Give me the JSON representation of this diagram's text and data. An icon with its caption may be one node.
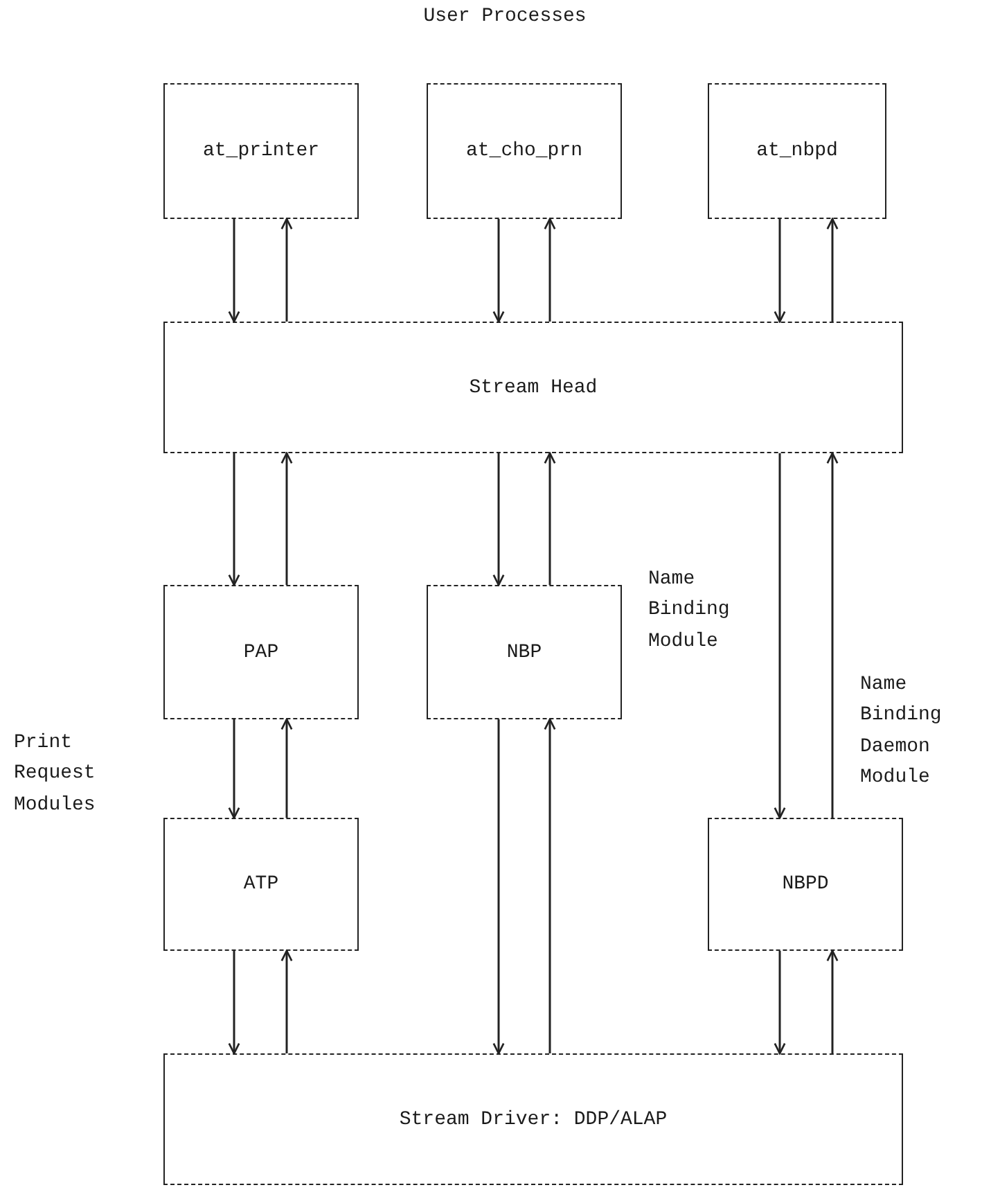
{
  "diagram": {
    "title": "User Processes",
    "nodes": [
      {
        "text": [
          "at_printer"
        ]
      },
      {
        "text": [
          "at_cho_prn"
        ]
      },
      {
        "text": [
          "at_nbpd"
        ]
      },
      {
        "text": [
          "Stream Head"
        ]
      },
      {
        "text": [
          "PAP"
        ]
      },
      {
        "text": [
          "NBP"
        ]
      },
      {
        "text": [
          "ATP"
        ]
      },
      {
        "text": [
          "NBPD"
        ]
      },
      {
        "text": [
          "Stream Driver: DDP/ALAP"
        ]
      }
    ],
    "edges": [
      {
        "from": 0,
        "to": 3,
        "arrow": "to"
      },
      {
        "from": 3,
        "to": 0,
        "arrow": "to"
      },
      {
        "from": 1,
        "to": 3,
        "arrow": "to"
      },
      {
        "from": 3,
        "to": 1,
        "arrow": "to"
      },
      {
        "from": 2,
        "to": 3,
        "arrow": "to"
      },
      {
        "from": 3,
        "to": 2,
        "arrow": "to"
      },
      {
        "from": 3,
        "to": 4,
        "arrow": "to"
      },
      {
        "from": 4,
        "to": 3,
        "arrow": "to"
      },
      {
        "from": 3,
        "to": 5,
        "arrow": "to"
      },
      {
        "from": 5,
        "to": 3,
        "arrow": "to"
      },
      {
        "from": 3,
        "to": 7,
        "arrow": "to"
      },
      {
        "from": 7,
        "to": 3,
        "arrow": "to"
      },
      {
        "from": 4,
        "to": 6,
        "arrow": "to"
      },
      {
        "from": 6,
        "to": 4,
        "arrow": "to"
      },
      {
        "from": 5,
        "to": 8,
        "arrow": "to"
      },
      {
        "from": 8,
        "to": 5,
        "arrow": "to"
      },
      {
        "from": 7,
        "to": 8,
        "arrow": "to"
      },
      {
        "from": 8,
        "to": 7,
        "arrow": "to"
      },
      {
        "from": 6,
        "to": 8,
        "arrow": "to"
      },
      {
        "from": 8,
        "to": 6,
        "arrow": "to"
      }
    ],
    "labels": [
      "Name Binding Module",
      "Name Binding Daemon Module",
      "Print Request Modules"
    ]
  }
}
